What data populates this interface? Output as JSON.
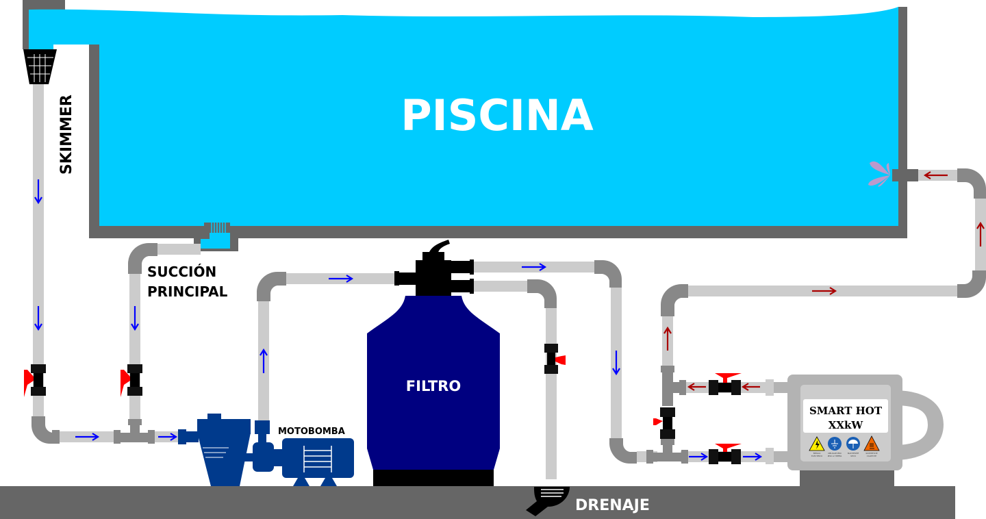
{
  "labels": {
    "pool": "PISCINA",
    "skimmer": "SKIMMER",
    "main_suction_line1": "SUCCIÓN",
    "main_suction_line2": "PRINCIPAL",
    "pump": "MOTOBOMBA",
    "filter": "FILTRO",
    "drain": "DRENAJE"
  },
  "heater": {
    "line1": "SMART HOT",
    "line2": "XXkW",
    "warnings": [
      {
        "icon": "electric-hazard-icon",
        "text1": "RIESGO",
        "text2": "ELÉCTRICO"
      },
      {
        "icon": "ground-icon",
        "text1": "OBLIGATORIO",
        "text2": "PISO A TIERRA"
      },
      {
        "icon": "keep-dry-icon",
        "text1": "MANTENER",
        "text2": "SECO"
      },
      {
        "icon": "hot-surface-icon",
        "text1": "SUPERFICIE",
        "text2": "CALIENTE"
      }
    ]
  },
  "colors": {
    "water": "#00ccff",
    "wall": "#666666",
    "pipe": "#cccccc",
    "fitting": "#888888",
    "cold_flow": "#0000ff",
    "hot_flow": "#aa0000",
    "filter": "#000080",
    "pump": "#003a8c",
    "valve_handle": "#ff0000"
  }
}
